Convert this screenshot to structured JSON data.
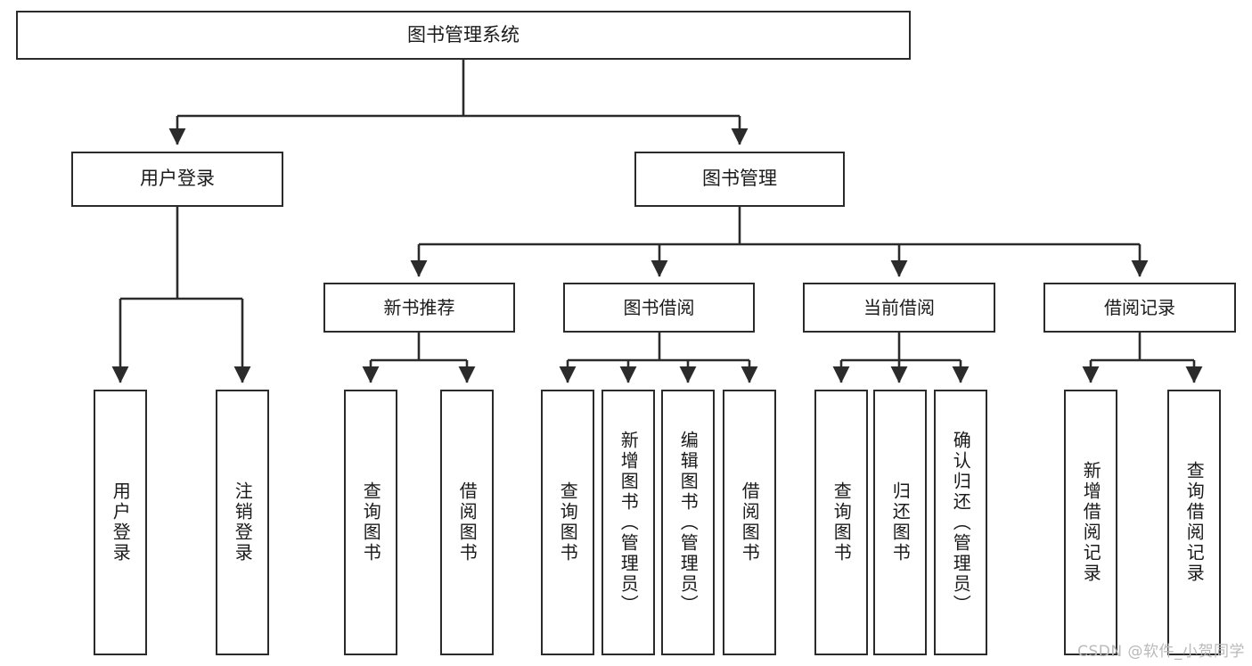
{
  "diagram": {
    "type": "tree-hierarchy",
    "title": "图书管理系统",
    "root": {
      "id": "root",
      "label": "图书管理系统"
    },
    "level1": [
      {
        "id": "user-login",
        "label": "用户登录"
      },
      {
        "id": "book-manage",
        "label": "图书管理"
      }
    ],
    "level2": [
      {
        "id": "new-book-rec",
        "label": "新书推荐",
        "parent": "book-manage"
      },
      {
        "id": "book-borrow",
        "label": "图书借阅",
        "parent": "book-manage"
      },
      {
        "id": "current-borrow",
        "label": "当前借阅",
        "parent": "book-manage"
      },
      {
        "id": "borrow-record",
        "label": "借阅记录",
        "parent": "book-manage"
      }
    ],
    "leaves": [
      {
        "id": "leaf-user-login",
        "label": "用户登录",
        "parent": "user-login"
      },
      {
        "id": "leaf-logout",
        "label": "注销登录",
        "parent": "user-login"
      },
      {
        "id": "leaf-query-book-1",
        "label": "查询图书",
        "parent": "new-book-rec"
      },
      {
        "id": "leaf-borrow-book-1",
        "label": "借阅图书",
        "parent": "new-book-rec"
      },
      {
        "id": "leaf-query-book-2",
        "label": "查询图书",
        "parent": "book-borrow"
      },
      {
        "id": "leaf-add-book",
        "label": "新增图书（管理员）",
        "parent": "book-borrow"
      },
      {
        "id": "leaf-edit-book",
        "label": "编辑图书（管理员）",
        "parent": "book-borrow"
      },
      {
        "id": "leaf-borrow-book-2",
        "label": "借阅图书",
        "parent": "book-borrow"
      },
      {
        "id": "leaf-query-book-3",
        "label": "查询图书",
        "parent": "current-borrow"
      },
      {
        "id": "leaf-return-book",
        "label": "归还图书",
        "parent": "current-borrow"
      },
      {
        "id": "leaf-confirm-return",
        "label": "确认归还（管理员）",
        "parent": "current-borrow"
      },
      {
        "id": "leaf-add-record",
        "label": "新增借阅记录",
        "parent": "borrow-record"
      },
      {
        "id": "leaf-query-record",
        "label": "查询借阅记录",
        "parent": "borrow-record"
      }
    ],
    "colors": {
      "stroke": "#2b2b2b",
      "fill": "#ffffff",
      "text": "#1a1a1a",
      "watermark": "#b9b9b9"
    }
  },
  "watermark": {
    "text": "CSDN @软件_小贺同学"
  }
}
